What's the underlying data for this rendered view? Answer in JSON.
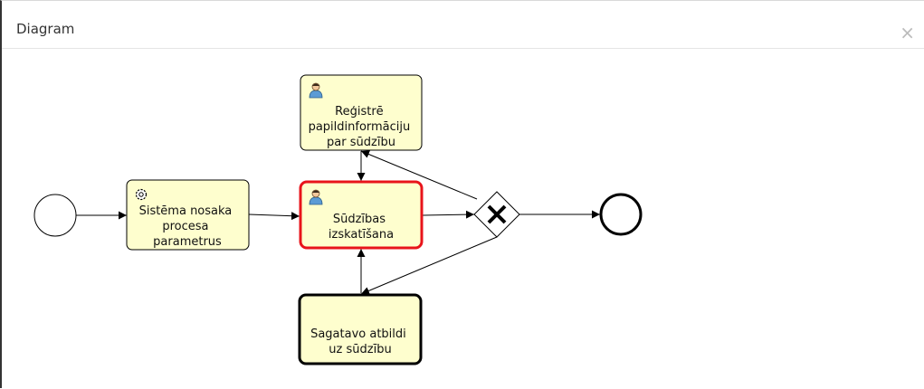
{
  "dialog": {
    "title": "Diagram",
    "close_symbol": "×"
  },
  "diagram": {
    "events": [
      {
        "id": "start",
        "kind": "start-event"
      },
      {
        "id": "end",
        "kind": "end-event"
      }
    ],
    "gateways": [
      {
        "id": "gw",
        "kind": "exclusive",
        "icon": "x-mark-icon"
      }
    ],
    "tasks": [
      {
        "id": "t1",
        "kind": "service-task",
        "icon": "gear-icon",
        "lines": [
          "Sistēma nosaka",
          "procesa",
          "parametrus"
        ]
      },
      {
        "id": "t2",
        "kind": "user-task",
        "icon": "user-icon",
        "lines": [
          "Reģistrē",
          "papildinformāciju",
          "par sūdzību"
        ]
      },
      {
        "id": "t3",
        "kind": "user-task",
        "icon": "user-icon",
        "highlighted": true,
        "lines": [
          "Sūdzības",
          "izskatīšana"
        ]
      },
      {
        "id": "t4",
        "kind": "call-activity",
        "lines": [
          "Sagatavo atbildi",
          "uz sūdzību"
        ]
      }
    ],
    "flows": [
      {
        "from": "start",
        "to": "t1"
      },
      {
        "from": "t1",
        "to": "t3"
      },
      {
        "from": "t2",
        "to": "t3"
      },
      {
        "from": "t3",
        "to": "gw"
      },
      {
        "from": "gw",
        "to": "t2"
      },
      {
        "from": "gw",
        "to": "t4"
      },
      {
        "from": "t4",
        "to": "t3"
      },
      {
        "from": "gw",
        "to": "end"
      }
    ],
    "colors": {
      "task_fill": "#fefece",
      "stroke": "#000000",
      "highlight": "#e8141b",
      "user_icon": "#5b9bd5"
    }
  }
}
